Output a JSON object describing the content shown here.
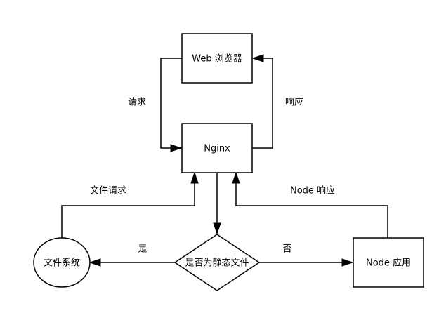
{
  "diagram": {
    "nodes": {
      "browser": {
        "label": "Web 浏览器",
        "shape": "rectangle"
      },
      "nginx": {
        "label": "Nginx",
        "shape": "rectangle"
      },
      "decision": {
        "label": "是否为静态文件",
        "shape": "diamond"
      },
      "filesystem": {
        "label": "文件系统",
        "shape": "ellipse"
      },
      "node": {
        "label": "Node 应用",
        "shape": "rectangle"
      }
    },
    "edges": {
      "request": {
        "label": "请求",
        "from": "browser",
        "to": "nginx"
      },
      "response": {
        "label": "响应",
        "from": "nginx",
        "to": "browser"
      },
      "to_decision": {
        "label": "",
        "from": "nginx",
        "to": "decision"
      },
      "yes": {
        "label": "是",
        "from": "decision",
        "to": "filesystem"
      },
      "no": {
        "label": "否",
        "from": "decision",
        "to": "node"
      },
      "file_request": {
        "label": "文件请求",
        "from": "filesystem",
        "to": "nginx"
      },
      "node_response": {
        "label": "Node 响应",
        "from": "node",
        "to": "nginx"
      }
    },
    "colors": {
      "stroke": "#000000",
      "background": "#ffffff",
      "text": "#000000"
    }
  }
}
